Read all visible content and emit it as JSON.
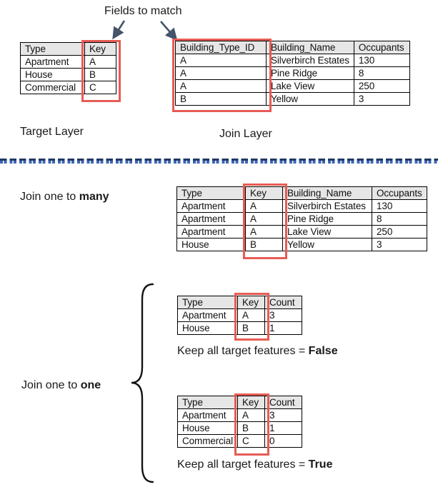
{
  "annotations": {
    "fields_to_match": "Fields to match"
  },
  "colors": {
    "highlight_red": "#e65c55",
    "table_header_gray": "#e7e6e6",
    "divider_navy": "#1f3864",
    "divider_blue": "#3e66b5",
    "arrow_slate": "#44546a",
    "text": "#1a1a1a"
  },
  "target_table": {
    "headers": [
      "Type",
      "Key"
    ],
    "rows": [
      [
        "Apartment",
        "A"
      ],
      [
        "House",
        "B"
      ],
      [
        "Commercial",
        "C"
      ]
    ],
    "label": "Target Layer"
  },
  "join_table": {
    "headers": [
      "Building_Type_ID",
      "Building_Name",
      "Occupants"
    ],
    "rows": [
      [
        "A",
        "Silverbirch Estates",
        "130"
      ],
      [
        "A",
        "Pine Ridge",
        "8"
      ],
      [
        "A",
        "Lake View",
        "250"
      ],
      [
        "B",
        "Yellow",
        "3"
      ]
    ],
    "label": "Join Layer"
  },
  "one_to_many": {
    "label_prefix": "Join one to ",
    "label_bold": "many",
    "table": {
      "headers": [
        "Type",
        "Key",
        "Building_Name",
        "Occupants"
      ],
      "rows": [
        [
          "Apartment",
          "A",
          "Silverbirch Estates",
          "130"
        ],
        [
          "Apartment",
          "A",
          "Pine Ridge",
          "8"
        ],
        [
          "Apartment",
          "A",
          "Lake View",
          "250"
        ],
        [
          "House",
          "B",
          "Yellow",
          "3"
        ]
      ]
    }
  },
  "one_to_one": {
    "label_prefix": "Join one to ",
    "label_bold": "one",
    "tables": [
      {
        "headers": [
          "Type",
          "Key",
          "Count"
        ],
        "rows": [
          [
            "Apartment",
            "A",
            "3"
          ],
          [
            "House",
            "B",
            "1"
          ]
        ],
        "caption_prefix": "Keep all target features = ",
        "caption_bold": "False"
      },
      {
        "headers": [
          "Type",
          "Key",
          "Count"
        ],
        "rows": [
          [
            "Apartment",
            "A",
            "3"
          ],
          [
            "House",
            "B",
            "1"
          ],
          [
            "Commercial",
            "C",
            "0"
          ]
        ],
        "caption_prefix": "Keep all target features = ",
        "caption_bold": "True"
      }
    ]
  }
}
